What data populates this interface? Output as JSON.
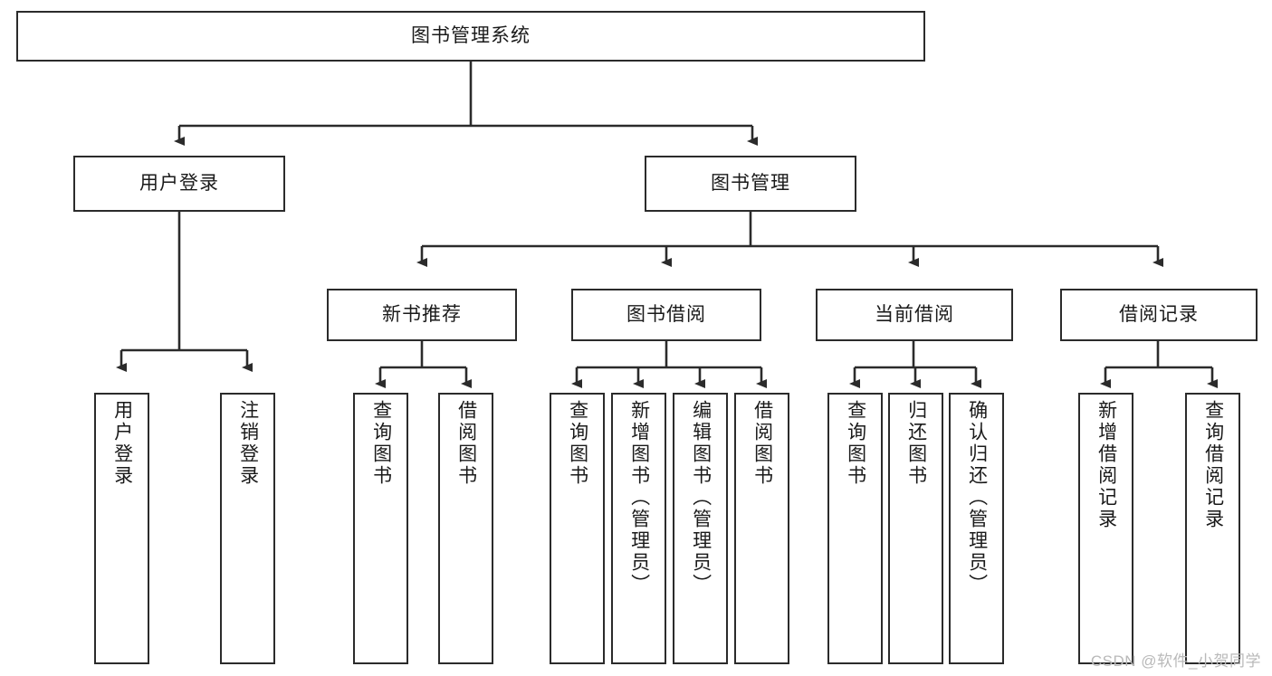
{
  "diagram": {
    "type": "tree-hierarchy-flowchart",
    "title": "图书管理系统",
    "watermark": "CSDN @软件_小贺同学",
    "colors": {
      "box_border": "#2b2b2b",
      "box_fill": "#ffffff",
      "text": "#1a1a1a",
      "connector": "#2b2b2b",
      "watermark": "#b9b9b9",
      "background": "#ffffff"
    },
    "levels": [
      {
        "level": 1,
        "nodes": [
          {
            "id": "root",
            "label": "图书管理系统",
            "orientation": "horizontal"
          }
        ]
      },
      {
        "level": 2,
        "nodes": [
          {
            "id": "l2-0",
            "label": "用户登录",
            "orientation": "horizontal",
            "parent": "root"
          },
          {
            "id": "l2-1",
            "label": "图书管理",
            "orientation": "horizontal",
            "parent": "root"
          }
        ]
      },
      {
        "level": 3,
        "nodes": [
          {
            "id": "l3-0",
            "label": "新书推荐",
            "orientation": "horizontal",
            "parent": "l2-1"
          },
          {
            "id": "l3-1",
            "label": "图书借阅",
            "orientation": "horizontal",
            "parent": "l2-1"
          },
          {
            "id": "l3-2",
            "label": "当前借阅",
            "orientation": "horizontal",
            "parent": "l2-1"
          },
          {
            "id": "l3-3",
            "label": "借阅记录",
            "orientation": "horizontal",
            "parent": "l2-1"
          }
        ]
      },
      {
        "level": 4,
        "nodes": [
          {
            "id": "l4-0",
            "label": "用户登录",
            "orientation": "vertical",
            "parent": "l2-0"
          },
          {
            "id": "l4-1",
            "label": "注销登录",
            "orientation": "vertical",
            "parent": "l2-0"
          },
          {
            "id": "l4-2",
            "label": "查询图书",
            "orientation": "vertical",
            "parent": "l3-0"
          },
          {
            "id": "l4-3",
            "label": "借阅图书",
            "orientation": "vertical",
            "parent": "l3-0"
          },
          {
            "id": "l4-4",
            "label": "查询图书",
            "orientation": "vertical",
            "parent": "l3-1"
          },
          {
            "id": "l4-5",
            "label": "新增图书（管理员）",
            "orientation": "vertical",
            "parent": "l3-1"
          },
          {
            "id": "l4-6",
            "label": "编辑图书（管理员）",
            "orientation": "vertical",
            "parent": "l3-1"
          },
          {
            "id": "l4-7",
            "label": "借阅图书",
            "orientation": "vertical",
            "parent": "l3-1"
          },
          {
            "id": "l4-8",
            "label": "查询图书",
            "orientation": "vertical",
            "parent": "l3-2"
          },
          {
            "id": "l4-9",
            "label": "归还图书",
            "orientation": "vertical",
            "parent": "l3-2"
          },
          {
            "id": "l4-10",
            "label": "确认归还（管理员）",
            "orientation": "vertical",
            "parent": "l3-2"
          },
          {
            "id": "l4-11",
            "label": "新增借阅记录",
            "orientation": "vertical",
            "parent": "l3-3"
          },
          {
            "id": "l4-12",
            "label": "查询借阅记录",
            "orientation": "vertical",
            "parent": "l3-3"
          }
        ]
      }
    ]
  }
}
